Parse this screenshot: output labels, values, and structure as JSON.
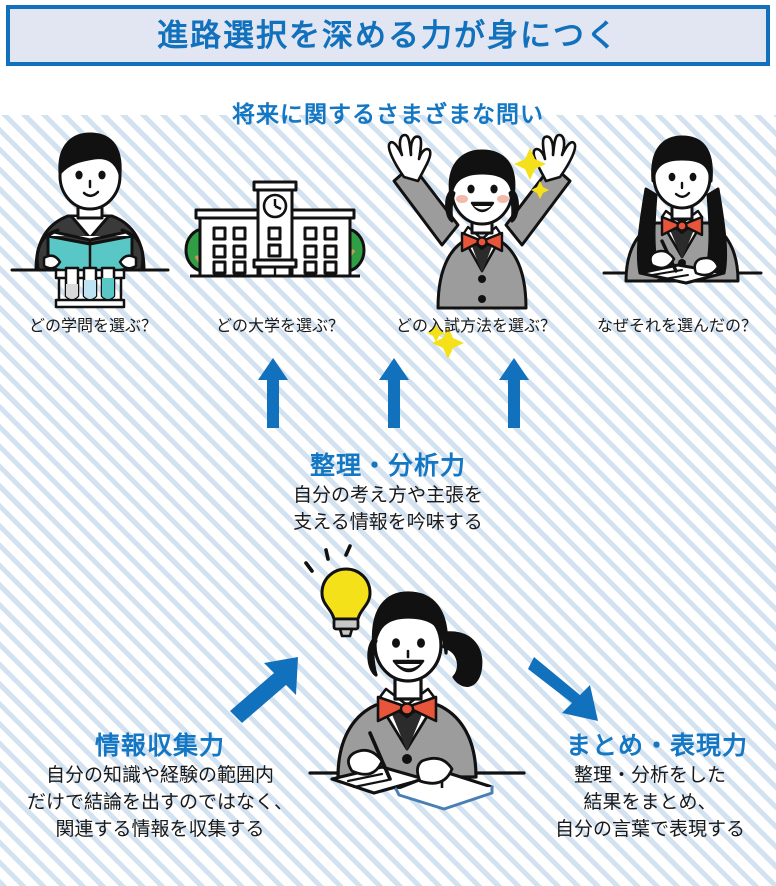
{
  "title": {
    "text": "進路選択を深める力が身につく"
  },
  "subtitle": {
    "text": "将来に関するさまざまな問い"
  },
  "panels": [
    {
      "caption": "どの学問を選ぶ？",
      "illustration": "student-with-book-and-test-tubes"
    },
    {
      "caption": "どの大学を選ぶ？",
      "illustration": "university-building-with-clock-and-trees"
    },
    {
      "caption": "どの入試方法を選ぶ？",
      "illustration": "cheering-student-with-sparkles"
    },
    {
      "caption": "なぜそれを選んだの？",
      "illustration": "student-writing-notes"
    }
  ],
  "sections": {
    "analysis": {
      "heading": "整理・分析力",
      "lines": [
        "自分の考え方や主張を",
        "支える情報を吟味する"
      ]
    },
    "collection": {
      "heading": "情報収集力",
      "lines": [
        "自分の知識や経験の範囲内",
        "だけで結論を出すのではなく、",
        "関連する情報を収集する"
      ]
    },
    "expression": {
      "heading": "まとめ・表現力",
      "lines": [
        "整理・分析をした",
        "結果をまとめ、",
        "自分の言葉で表現する"
      ]
    }
  },
  "center_illustration": {
    "name": "student-with-idea-lightbulb"
  },
  "arrows": {
    "up": [
      "arrow-up-1",
      "arrow-up-2",
      "arrow-up-3"
    ],
    "diagonal_up_right": "arrow-diagonal-up-right",
    "diagonal_down_right": "arrow-diagonal-down-right"
  },
  "colors": {
    "brand_blue": "#1271bd",
    "heading_blue": "#1477c4",
    "title_fill": "#e2e6f2",
    "stripe": "#d3e2f0",
    "book_teal": "#5ac7c7",
    "tree_green": "#2f9e44",
    "bulb_yellow": "#f5e119",
    "uniform_gray": "#9c9c9c",
    "ribbon_orange": "#e8553a",
    "text_dark": "#1a1a1a"
  }
}
